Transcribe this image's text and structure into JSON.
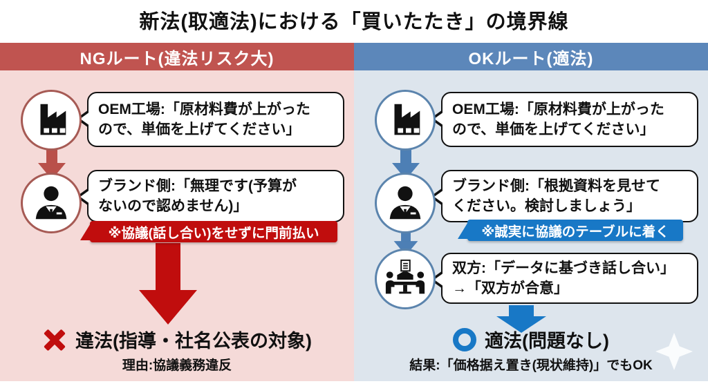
{
  "title": "新法(取適法)における「買いたたき」の境界線",
  "left": {
    "header": "NGルート(違法リスク大)",
    "colors": {
      "header_bg": "#c05450",
      "body_bg": "#f5dad8",
      "accent": "#c00d0d",
      "circle_border": "#a65a54"
    },
    "steps": [
      {
        "actor": "OEM工場",
        "icon": "factory-icon",
        "bubble": "OEM工場:「原材料費が上がった\nので、単価を上げてください」"
      },
      {
        "actor": "ブランド側",
        "icon": "business-person-icon",
        "bubble": "ブランド側:「無理です(予算が\nないので認めません)」"
      }
    ],
    "callout": "※協議(話し合い)をせずに門前払い",
    "result_mark": "x-mark",
    "result": "違法(指導・社名公表の対象)",
    "result_sub": "理由:協議義務違反"
  },
  "right": {
    "header": "OKルート(適法)",
    "colors": {
      "header_bg": "#5c87ba",
      "body_bg": "#dde5ed",
      "accent": "#1878c6",
      "circle_border": "#5b84ad"
    },
    "steps": [
      {
        "actor": "OEM工場",
        "icon": "factory-icon",
        "bubble": "OEM工場:「原材料費が上がった\nので、単価を上げてください」"
      },
      {
        "actor": "ブランド側",
        "icon": "business-person-icon",
        "bubble": "ブランド側:「根拠資料を見せて\nください。検討しましょう」"
      },
      {
        "actor": "双方",
        "icon": "negotiation-table-icon",
        "bubble": "双方:「データに基づき話し合い」\n→「双方が合意」"
      }
    ],
    "callout": "※誠実に協議のテーブルに着く",
    "result_mark": "circle-mark",
    "result": "適法(問題なし)",
    "result_sub": "結果:「価格据え置き(現状維持)」でもOK"
  }
}
